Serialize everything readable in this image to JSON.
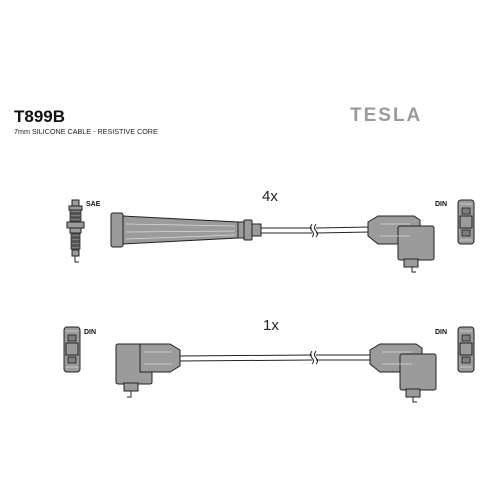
{
  "header": {
    "product_code": "T899B",
    "subtitle": "7mm SILICONE CABLE - RESISTIVE CORE",
    "brand": "TESLA"
  },
  "lead_top": {
    "quantity": "4x",
    "left_terminal": "SAE",
    "right_terminal": "DIN"
  },
  "lead_bottom": {
    "quantity": "1x",
    "left_terminal": "DIN",
    "right_terminal": "DIN"
  },
  "colors": {
    "part_fill": "#9b9b9b",
    "outline": "#222222",
    "brand": "#9a9a9a"
  },
  "icons": [
    "spark-plug-icon",
    "din-terminal-icon"
  ]
}
